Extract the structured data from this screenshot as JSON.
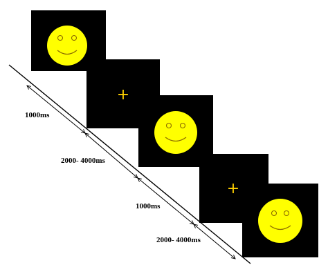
{
  "figure": {
    "sequence": [
      {
        "stimulus": "smiley-face"
      },
      {
        "stimulus": "fixation-cross",
        "symbol": "+"
      },
      {
        "stimulus": "smiley-face"
      },
      {
        "stimulus": "fixation-cross",
        "symbol": "+"
      },
      {
        "stimulus": "smiley-face"
      }
    ],
    "durations": {
      "d1": "1000ms",
      "d2": "2000- 4000ms",
      "d3": "1000ms",
      "d4": "2000- 4000ms"
    },
    "colors": {
      "panel": "#000000",
      "face": "#ffff00",
      "face_features": "#8a6a00",
      "cross": "#ffd000",
      "line": "#000000",
      "background": "#ffffff"
    }
  }
}
